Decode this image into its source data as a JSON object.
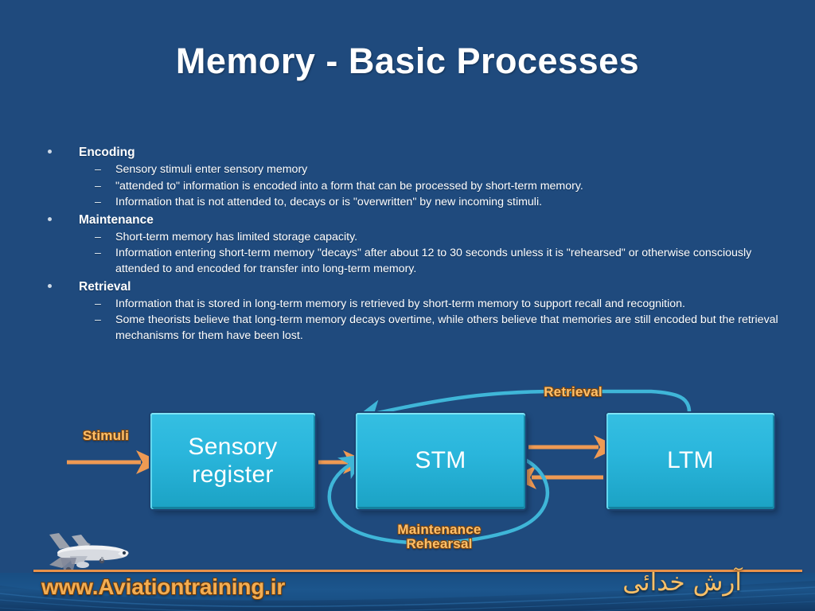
{
  "slide": {
    "title": "Memory - Basic Processes",
    "background_color": "#1f4a7d"
  },
  "content": {
    "sections": [
      {
        "heading": "Encoding",
        "points": [
          "Sensory stimuli enter sensory memory",
          "\"attended to\" information is encoded into a form that can be processed by short-term memory.",
          "Information that is not attended to, decays or is \"overwritten\" by new incoming stimuli."
        ]
      },
      {
        "heading": "Maintenance",
        "points": [
          "Short-term memory has limited storage capacity.",
          "Information entering short-term memory \"decays\" after about 12 to 30 seconds unless it is \"rehearsed\" or otherwise consciously attended to and encoded for transfer into long-term memory."
        ]
      },
      {
        "heading": "Retrieval",
        "points": [
          "Information that is stored in long-term memory is retrieved by short-term memory to support recall and recognition.",
          "Some theorists believe that long-term memory decays overtime, while others believe that memories are still encoded but the retrieval mechanisms for them have been lost."
        ]
      }
    ]
  },
  "diagram": {
    "boxes": [
      {
        "id": "sensory",
        "label": "Sensory register"
      },
      {
        "id": "stm",
        "label": "STM"
      },
      {
        "id": "ltm",
        "label": "LTM"
      }
    ],
    "labels": {
      "stimuli": "Stimuli",
      "retrieval": "Retrieval",
      "maintenance_rehearsal": "Maintenance\nRehearsal",
      "maintenance_line1": "Maintenance",
      "maintenance_line2": "Rehearsal"
    },
    "colors": {
      "box_fill": "#2ab6dc",
      "box_highlight": "#7fe4f6",
      "arrow_orange": "#ef9a53",
      "arrow_cyan": "#3fb6d8",
      "label_gold": "#ffc06a"
    }
  },
  "footer": {
    "website": "www.Aviationtraining.ir",
    "author": "آرش خدائی",
    "accent_color": "#e8924a"
  }
}
